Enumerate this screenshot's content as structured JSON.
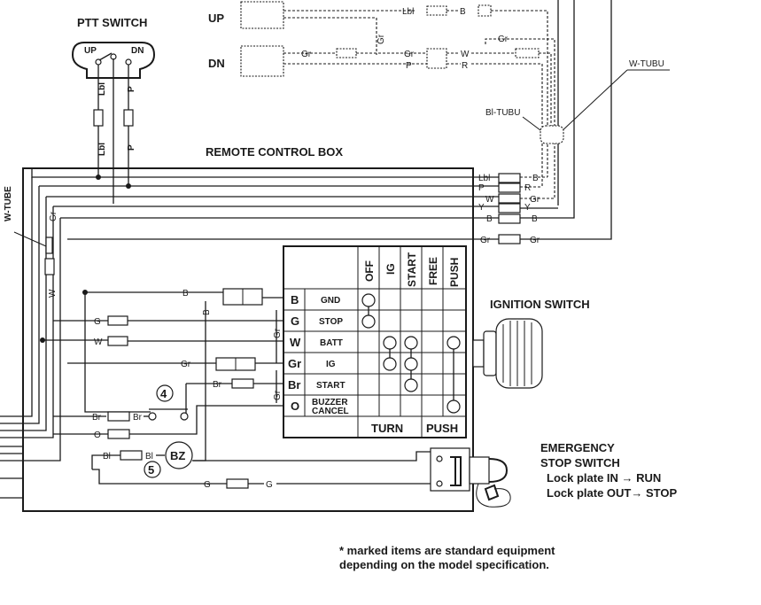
{
  "titles": {
    "ptt_switch": "PTT SWITCH",
    "remote_control_box": "REMOTE CONTROL BOX",
    "ignition_switch": "IGNITION SWITCH",
    "emergency_stop_line1": "EMERGENCY",
    "emergency_stop_line2": "STOP SWITCH",
    "lock_in": "Lock plate IN → RUN",
    "lock_out": "Lock plate OUT→ STOP",
    "footnote_line1": "* marked items are standard equipment",
    "footnote_line2": "depending on the model specification."
  },
  "ptt": {
    "up": "UP",
    "dn": "DN",
    "wire_left": "Lbl",
    "wire_right": "P"
  },
  "trim": {
    "up": "UP",
    "dn": "DN"
  },
  "tube_labels": {
    "w_tubu": "W-TUBU",
    "bl_tubu": "Bl-TUBU",
    "w_tube": "W-TUBE"
  },
  "top_wires": {
    "lbl": "Lbl",
    "b": "B",
    "gr": "Gr",
    "p": "P",
    "r": "R",
    "w": "W"
  },
  "right_connectors": [
    {
      "left": "Lbl",
      "right": "B"
    },
    {
      "left": "P",
      "right": "R"
    },
    {
      "left": "W",
      "right": "Gr"
    },
    {
      "left": "Y",
      "right": "Y"
    },
    {
      "left": "B",
      "right": "B"
    },
    {
      "left": "Gr",
      "right": "Gr"
    }
  ],
  "switch_table": {
    "positions": [
      "OFF",
      "IG",
      "START",
      "FREE",
      "PUSH"
    ],
    "rows": [
      {
        "code": "B",
        "name": "GND"
      },
      {
        "code": "G",
        "name": "STOP"
      },
      {
        "code": "W",
        "name": "BATT"
      },
      {
        "code": "Gr",
        "name": "IG"
      },
      {
        "code": "Br",
        "name": "START"
      },
      {
        "code": "O",
        "name": "BUZZER CANCEL",
        "name_line1": "BUZZER",
        "name_line2": "CANCEL"
      }
    ],
    "footer": {
      "turn": "TURN",
      "push": "PUSH"
    }
  },
  "wire_labels": {
    "b": "B",
    "g": "G",
    "w": "W",
    "gr": "Gr",
    "br": "Br",
    "o": "O",
    "bl": "Bl"
  },
  "callouts": {
    "four": "4",
    "five": "5"
  },
  "buzzer": "BZ"
}
